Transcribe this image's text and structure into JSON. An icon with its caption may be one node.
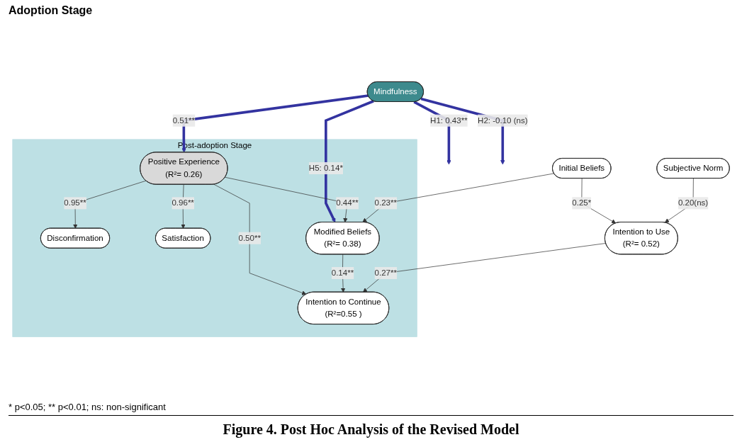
{
  "diagram": {
    "caption": "Figure 4.  Post Hoc Analysis of the Revised Model",
    "nodes": [
      {
        "text": [
          "Mindfulness"
        ]
      },
      {
        "text": [
          "Post-adoption Stage"
        ]
      },
      {
        "text": [
          "Positive Experience",
          "(R²= 0.26)"
        ],
        "in": 1
      },
      {
        "text": [
          "Disconfirmation"
        ],
        "in": 1
      },
      {
        "text": [
          "Satisfaction"
        ],
        "in": 1
      },
      {
        "text": [
          "Initial Beliefs"
        ]
      },
      {
        "text": [
          "Modified Beliefs",
          "(R²= 0.38)"
        ],
        "in": 1
      },
      {
        "text": [
          "Subjective Norm"
        ]
      },
      {
        "text": [
          "Intention to Use",
          "(R²= 0.52)"
        ]
      },
      {
        "text": [
          "Intention to Continue",
          "(R²=0.55 )"
        ],
        "in": 1
      }
    ],
    "edges": [
      {
        "from": 0,
        "to": 2,
        "arrow": "to",
        "label": "0.51**",
        "style": "thick",
        "color": "#3333a0"
      },
      {
        "from": 0,
        "to": null,
        "arrow": "to",
        "label": "H1: 0.43**",
        "style": "thick",
        "color": "#3333a0"
      },
      {
        "from": 0,
        "to": null,
        "arrow": "to",
        "label": "H2: -0.10 (ns)",
        "style": "thick",
        "color": "#3333a0"
      },
      {
        "from": 0,
        "to": 6,
        "arrow": "to",
        "label": "H5: 0.14*",
        "style": "thick",
        "color": "#3333a0"
      },
      {
        "from": 2,
        "to": 3,
        "arrow": "to",
        "label": "0.95**"
      },
      {
        "from": 2,
        "to": 4,
        "arrow": "to",
        "label": "0.96**"
      },
      {
        "from": 2,
        "to": 6,
        "arrow": "to",
        "label": "0.44**"
      },
      {
        "from": 2,
        "to": 9,
        "arrow": "to",
        "label": "0.50**"
      },
      {
        "from": 5,
        "to": 6,
        "arrow": "to",
        "label": "0.23**"
      },
      {
        "from": 5,
        "to": 8,
        "arrow": "to",
        "label": "0.25*"
      },
      {
        "from": 7,
        "to": 8,
        "arrow": "to",
        "label": "0.20(ns)"
      },
      {
        "from": 6,
        "to": 9,
        "arrow": "to",
        "label": "0.14**"
      },
      {
        "from": 8,
        "to": 9,
        "arrow": "to",
        "label": "0.27**"
      }
    ],
    "labels": [
      "Adoption Stage",
      "* p<0.05; ** p<0.01; ns: non-significant"
    ]
  }
}
